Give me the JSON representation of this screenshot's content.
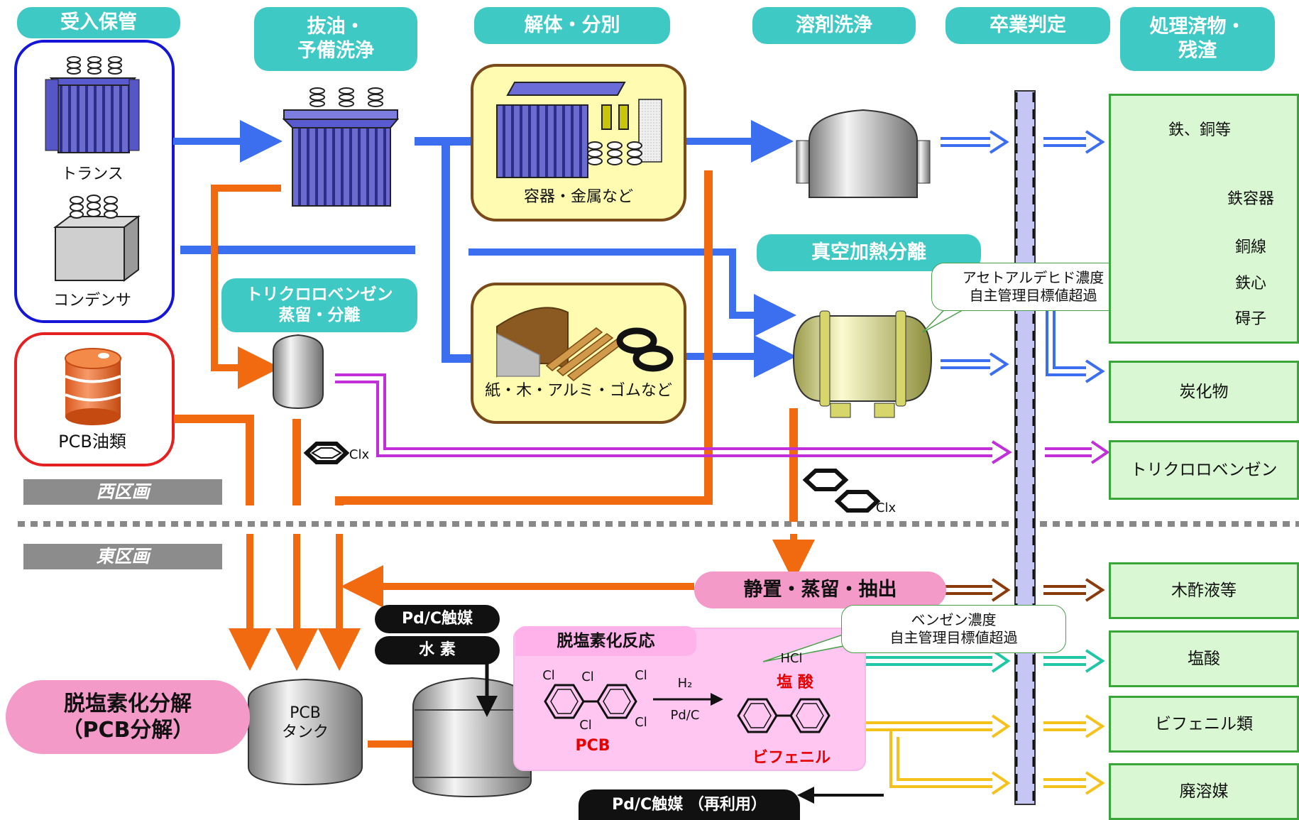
{
  "headers": {
    "receiving": "受入保管",
    "oil_removal": "抜油・\n予備洗浄",
    "disassembly": "解体・分別",
    "solvent_wash": "溶剤洗浄",
    "graduation": "卒業判定",
    "products": "処理済物・\n残渣",
    "vacuum_heat": "真空加熱分離",
    "tcb_distill": "トリクロロベンゼン\n蒸留・分離",
    "west": "西区画",
    "east": "東区画"
  },
  "items": {
    "transformer": "トランス",
    "condenser": "コンデンサ",
    "pcb_oil": "PCB油類",
    "container_metal": "容器・金属など",
    "paper_wood": "紙・木・アルミ・ゴムなど",
    "clx1": "Clx",
    "clx2": "Clx",
    "pcb_tank": "PCB\nタンク"
  },
  "east": {
    "settle": "静置・蒸留・抽出",
    "dechlor_decomp": "脱塩素化分解\n（PCB分解）",
    "catalyst": "Pd/C触媒",
    "hydrogen": "水 素",
    "catalyst_reuse": "Pd/C触媒 （再利用）",
    "reaction_title": "脱塩素化反応",
    "h2": "H₂",
    "pdc": "Pd/C",
    "hcl": "HCl",
    "hcl_jp": "塩 酸",
    "pcb": "PCB",
    "biphenyl": "ビフェニル",
    "cl": "Cl"
  },
  "callouts": {
    "acetaldehyde": "アセトアルデヒド濃度\n自主管理目標値超過",
    "benzene": "ベンゼン濃度\n自主管理目標値超過"
  },
  "outputs": {
    "metals": "鉄、銅等",
    "iron_container": "鉄容器",
    "copper_wire": "銅線",
    "iron_core": "鉄心",
    "insulator": "碍子",
    "carbide": "炭化物",
    "tcb": "トリクロロベンゼン",
    "wood_vinegar": "木酢液等",
    "hydrochloric": "塩酸",
    "biphenyls": "ビフェニル類",
    "waste_solvent": "廃溶媒"
  },
  "colors": {
    "blue_flow": "#3b6ff0",
    "orange_flow": "#f26a0f",
    "purple_flow": "#c02fd8",
    "brown_flow": "#8b3a0c",
    "teal_flow": "#1fc7a6",
    "yellow_flow": "#f5c21b",
    "header": "#3ec9c4",
    "output_fill": "#d9f7d2",
    "output_border": "#3aa63a"
  }
}
